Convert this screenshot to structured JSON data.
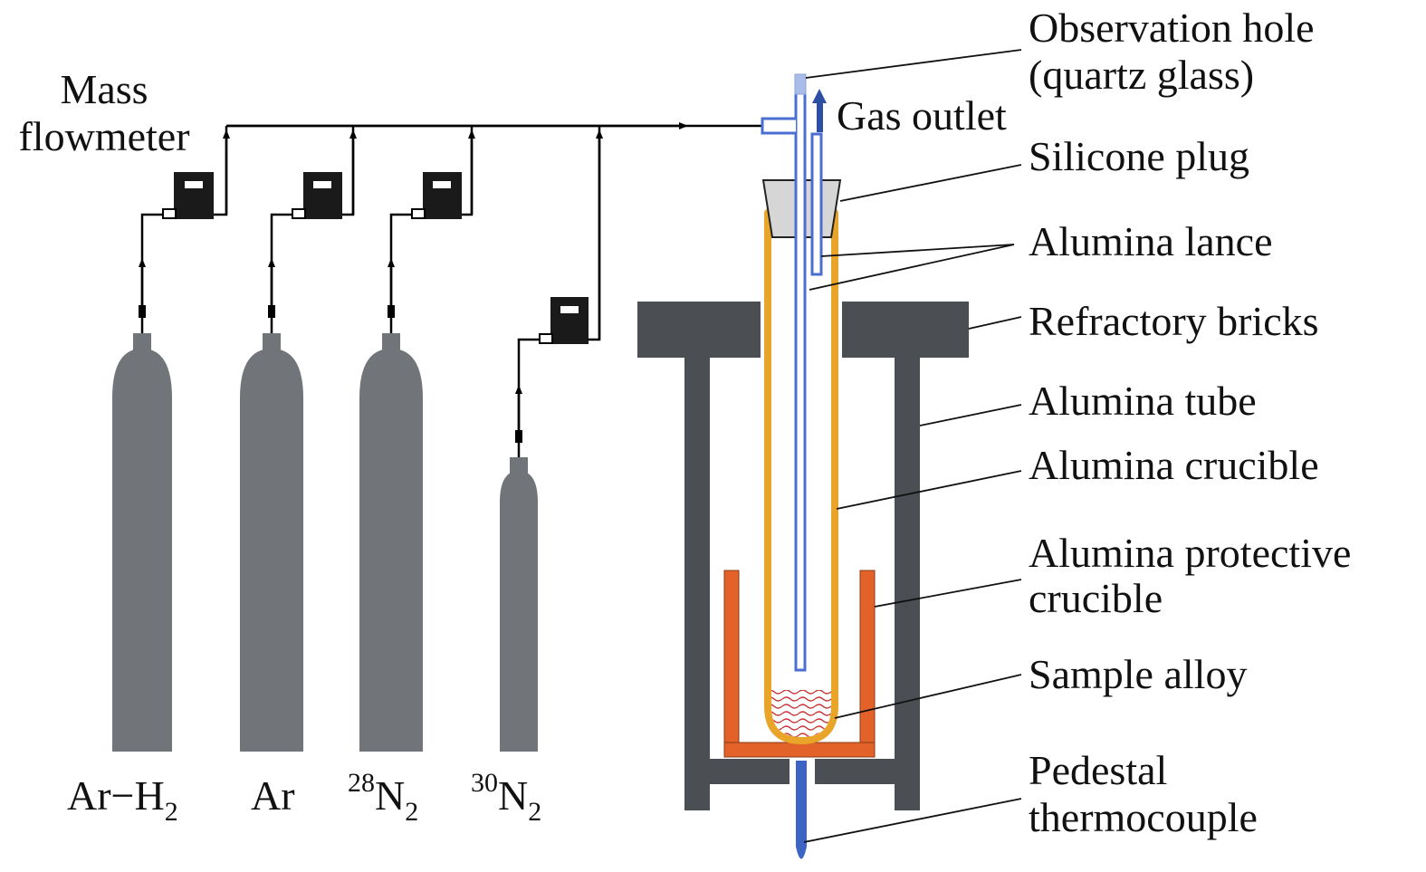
{
  "labels": {
    "mass_flowmeter": [
      "Mass",
      "flowmeter"
    ],
    "gas_outlet": "Gas outlet",
    "observation_hole": [
      "Observation hole",
      "(quartz glass)"
    ],
    "silicone_plug": "Silicone plug",
    "alumina_lance": "Alumina lance",
    "refractory_bricks": "Refractory bricks",
    "alumina_tube": "Alumina tube",
    "alumina_crucible": "Alumina crucible",
    "alumina_protective_crucible": [
      "Alumina protective",
      "crucible"
    ],
    "sample_alloy": "Sample alloy",
    "pedestal_thermocouple": [
      "Pedestal",
      "thermocouple"
    ]
  },
  "cylinders": [
    {
      "main": "Ar−H",
      "sub": "2",
      "sup": ""
    },
    {
      "main": "Ar",
      "sub": "",
      "sup": ""
    },
    {
      "main": "N",
      "sub": "2",
      "sup": "28"
    },
    {
      "main": "N",
      "sub": "2",
      "sup": "30"
    }
  ],
  "colors": {
    "cylinder": "#717478",
    "brick": "#4b4e52",
    "flowmeter": "#1a1a1a",
    "pipe": "#000000",
    "lance": "#4a6fd0",
    "quartz": "#a9bde8",
    "tube": "#e8a52a",
    "protective_crucible": "#e3622a",
    "sample": "#c8383a",
    "plug": "#d6d6d6"
  }
}
